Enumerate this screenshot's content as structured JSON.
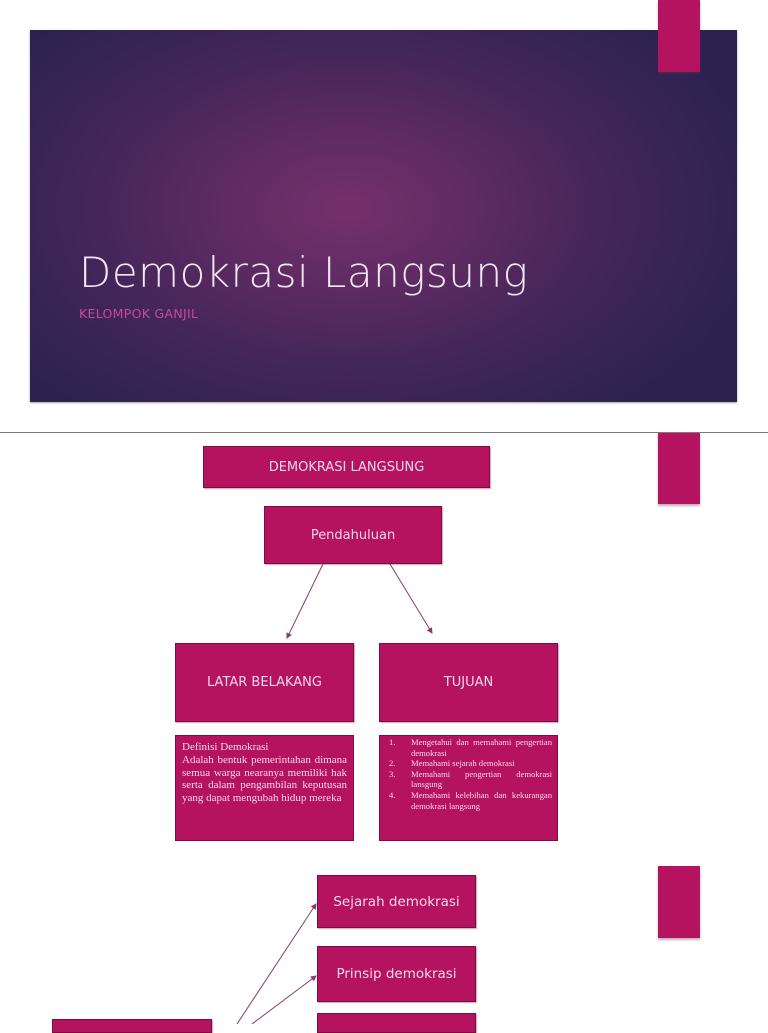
{
  "slide1": {
    "title": "Demokrasi Langsung",
    "subtitle": "KELOMPOK GANJIL",
    "colors": {
      "gradient_center": "#76306c",
      "gradient_edge": "#2b2250",
      "title": "#f3e6f2",
      "subtitle": "#c9489e",
      "accent_tab": "#b5135f"
    }
  },
  "slide2": {
    "header": "DEMOKRASI LANGSUNG",
    "root": "Pendahuluan",
    "branches": [
      {
        "label": "LATAR BELAKANG"
      },
      {
        "label": "TUJUAN"
      }
    ],
    "definition": {
      "heading": "Definisi Demokrasi",
      "body": "Adalah bentuk pemerintahan dimana semua warga nearanya memiliki hak serta dalam pengambilan keputusan yang dapat mengubah hidup mereka"
    },
    "goals": [
      {
        "num": "1.",
        "text": "Mengetahui dan memahami pengertian demokrasi"
      },
      {
        "num": "2.",
        "text": "Memahami sejarah demokrasi"
      },
      {
        "num": "3.",
        "text": "Memahami pengertian demokrasi lansgung"
      },
      {
        "num": "4.",
        "text": "Memahami kelebihan dan kekurangan demokrasi langsung"
      }
    ],
    "colors": {
      "box_fill": "#b5135f",
      "box_border": "#7a0e44",
      "box_text": "#f6d7ec",
      "arrow": "#8c3a6a"
    }
  },
  "slide3": {
    "items": [
      {
        "label": "Sejarah demokrasi"
      },
      {
        "label": "Prinsip demokrasi"
      },
      {
        "label": ""
      }
    ],
    "source_box": {
      "label": ""
    }
  }
}
